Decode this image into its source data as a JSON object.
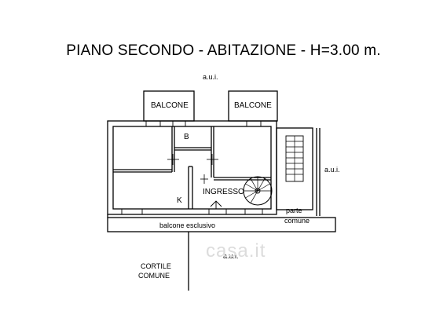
{
  "title": "PIANO SECONDO - ABITAZIONE - H=3.00 m.",
  "labels": {
    "aui_top": "a.u.i.",
    "balcone_left": "BALCONE",
    "balcone_right": "BALCONE",
    "room_b": "B",
    "room_k": "K",
    "ingresso": "INGRESSO",
    "aui_right": "a.u.i.",
    "parte": "parte",
    "comune": "comune",
    "balcone_esclusivo": "balcone esclusivo",
    "aui_bottom": "a.u.i.",
    "cortile": "CORTILE",
    "cortile_comune": "COMUNE"
  },
  "watermark": "casa.it"
}
